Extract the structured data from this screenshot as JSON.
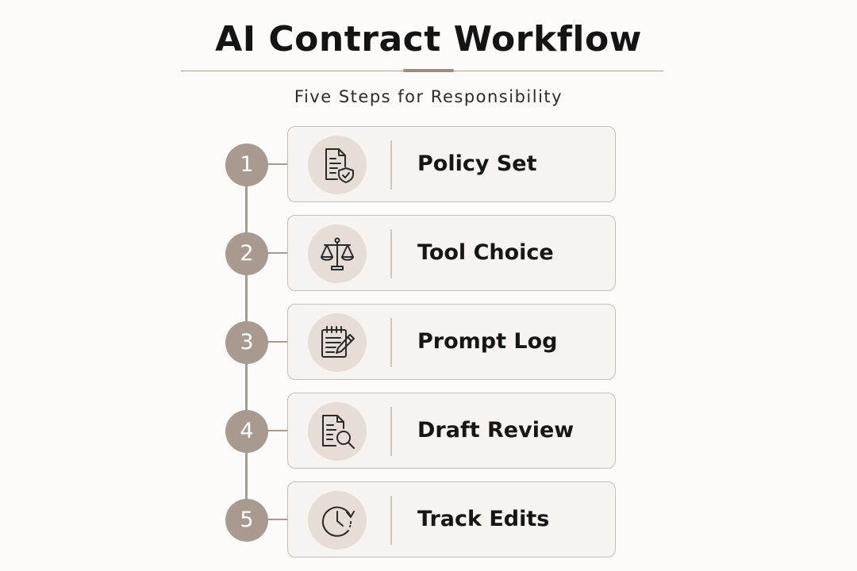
{
  "header": {
    "title": "AI Contract Workflow",
    "subtitle": "Five Steps for Responsibility"
  },
  "colors": {
    "accent": "#a89a8f",
    "card_bg": "#f6f3f0",
    "icon_bg": "#e5ddd6",
    "text": "#141414"
  },
  "steps": [
    {
      "number": "1",
      "label": "Policy Set",
      "icon": "document-shield-icon"
    },
    {
      "number": "2",
      "label": "Tool Choice",
      "icon": "scales-icon"
    },
    {
      "number": "3",
      "label": "Prompt Log",
      "icon": "notepad-pencil-icon"
    },
    {
      "number": "4",
      "label": "Draft Review",
      "icon": "document-magnifier-icon"
    },
    {
      "number": "5",
      "label": "Track Edits",
      "icon": "clock-history-icon"
    }
  ]
}
